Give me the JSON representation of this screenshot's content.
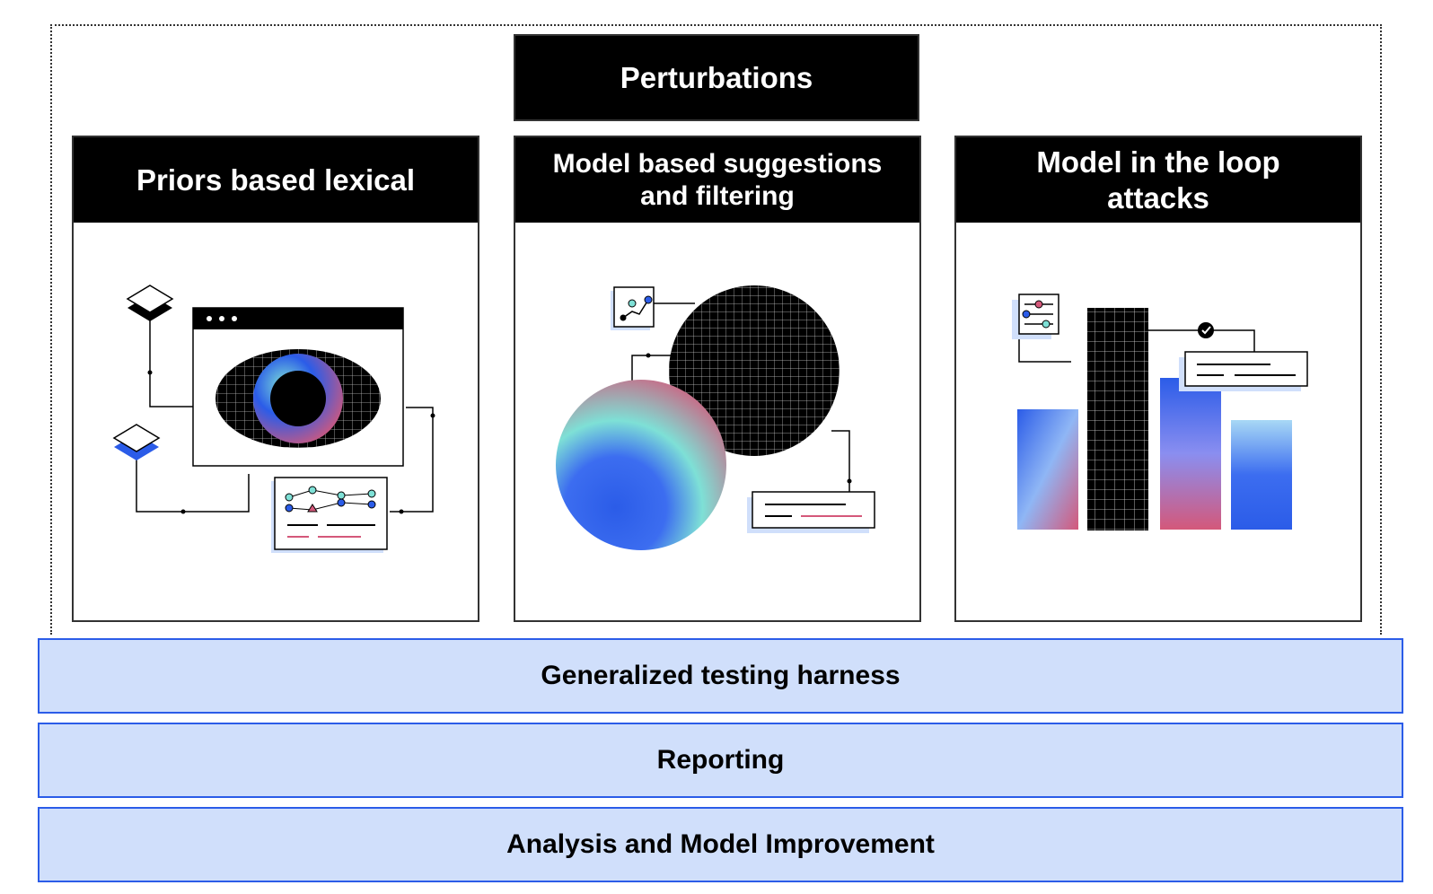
{
  "top_header": "Perturbations",
  "panels": [
    {
      "title_lines": [
        "Priors based lexical"
      ]
    },
    {
      "title_lines": [
        "Model based suggestions",
        "and filtering"
      ]
    },
    {
      "title_lines": [
        "Model in the loop",
        "attacks"
      ]
    }
  ],
  "bands": [
    "Generalized testing harness",
    "Reporting",
    "Analysis and Model Improvement"
  ],
  "colors": {
    "band_fill": "#d0dffb",
    "band_border": "#2b5ce8",
    "accent_pink": "#d4587a",
    "accent_blue": "#2b5ce8",
    "accent_teal": "#7ee0d6"
  }
}
